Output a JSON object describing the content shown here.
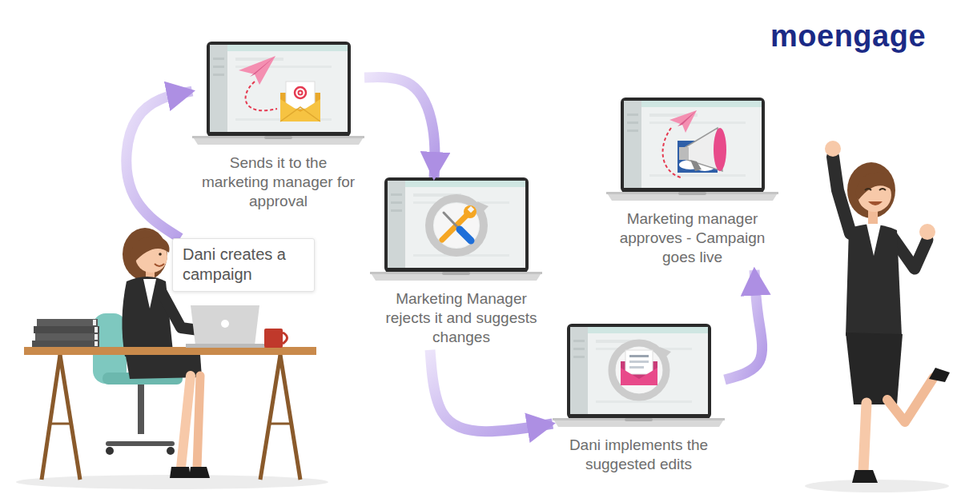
{
  "diagram": {
    "nodes": [
      {
        "text": [
          "Dani creates a campaign"
        ]
      },
      {
        "text": [
          "Sends it to the marketing manager for approval"
        ]
      },
      {
        "text": [
          "Marketing Manager rejects it and suggests changes"
        ]
      },
      {
        "text": [
          "Dani implements the suggested edits"
        ]
      },
      {
        "text": [
          "Marketing manager approves - Campaign goes live"
        ]
      }
    ],
    "edges": [
      {
        "from": 0,
        "to": 1,
        "arrow": "to"
      },
      {
        "from": 1,
        "to": 2,
        "arrow": "to"
      },
      {
        "from": 2,
        "to": 3,
        "arrow": "to"
      },
      {
        "from": 3,
        "to": 4,
        "arrow": "to"
      }
    ],
    "labels": [
      "moengage"
    ]
  }
}
